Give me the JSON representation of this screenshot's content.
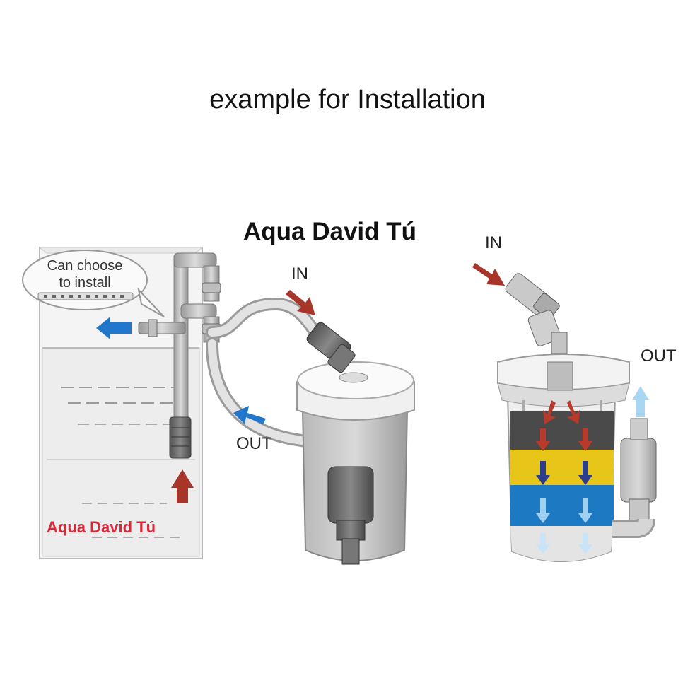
{
  "title": "example for Installation",
  "watermark_top": "Aqua David Tú",
  "watermark_bottom": "Aqua David Tú",
  "callout": {
    "line1": "Can choose",
    "line2": "to install"
  },
  "left_setup": {
    "in_label": "IN",
    "out_label": "OUT"
  },
  "right_setup": {
    "in_label": "IN",
    "out_label": "OUT",
    "media_layers": [
      "dark-gray",
      "yellow",
      "blue",
      "clear"
    ]
  },
  "colors": {
    "arrow_red": "#a8352a",
    "arrow_blue": "#2277cc",
    "arrow_light_blue": "#a9d6f2",
    "layer_dark": "#4a4a4a",
    "layer_yellow": "#e8c619",
    "layer_blue": "#1d79c2",
    "watermark_red": "#d8283a"
  }
}
